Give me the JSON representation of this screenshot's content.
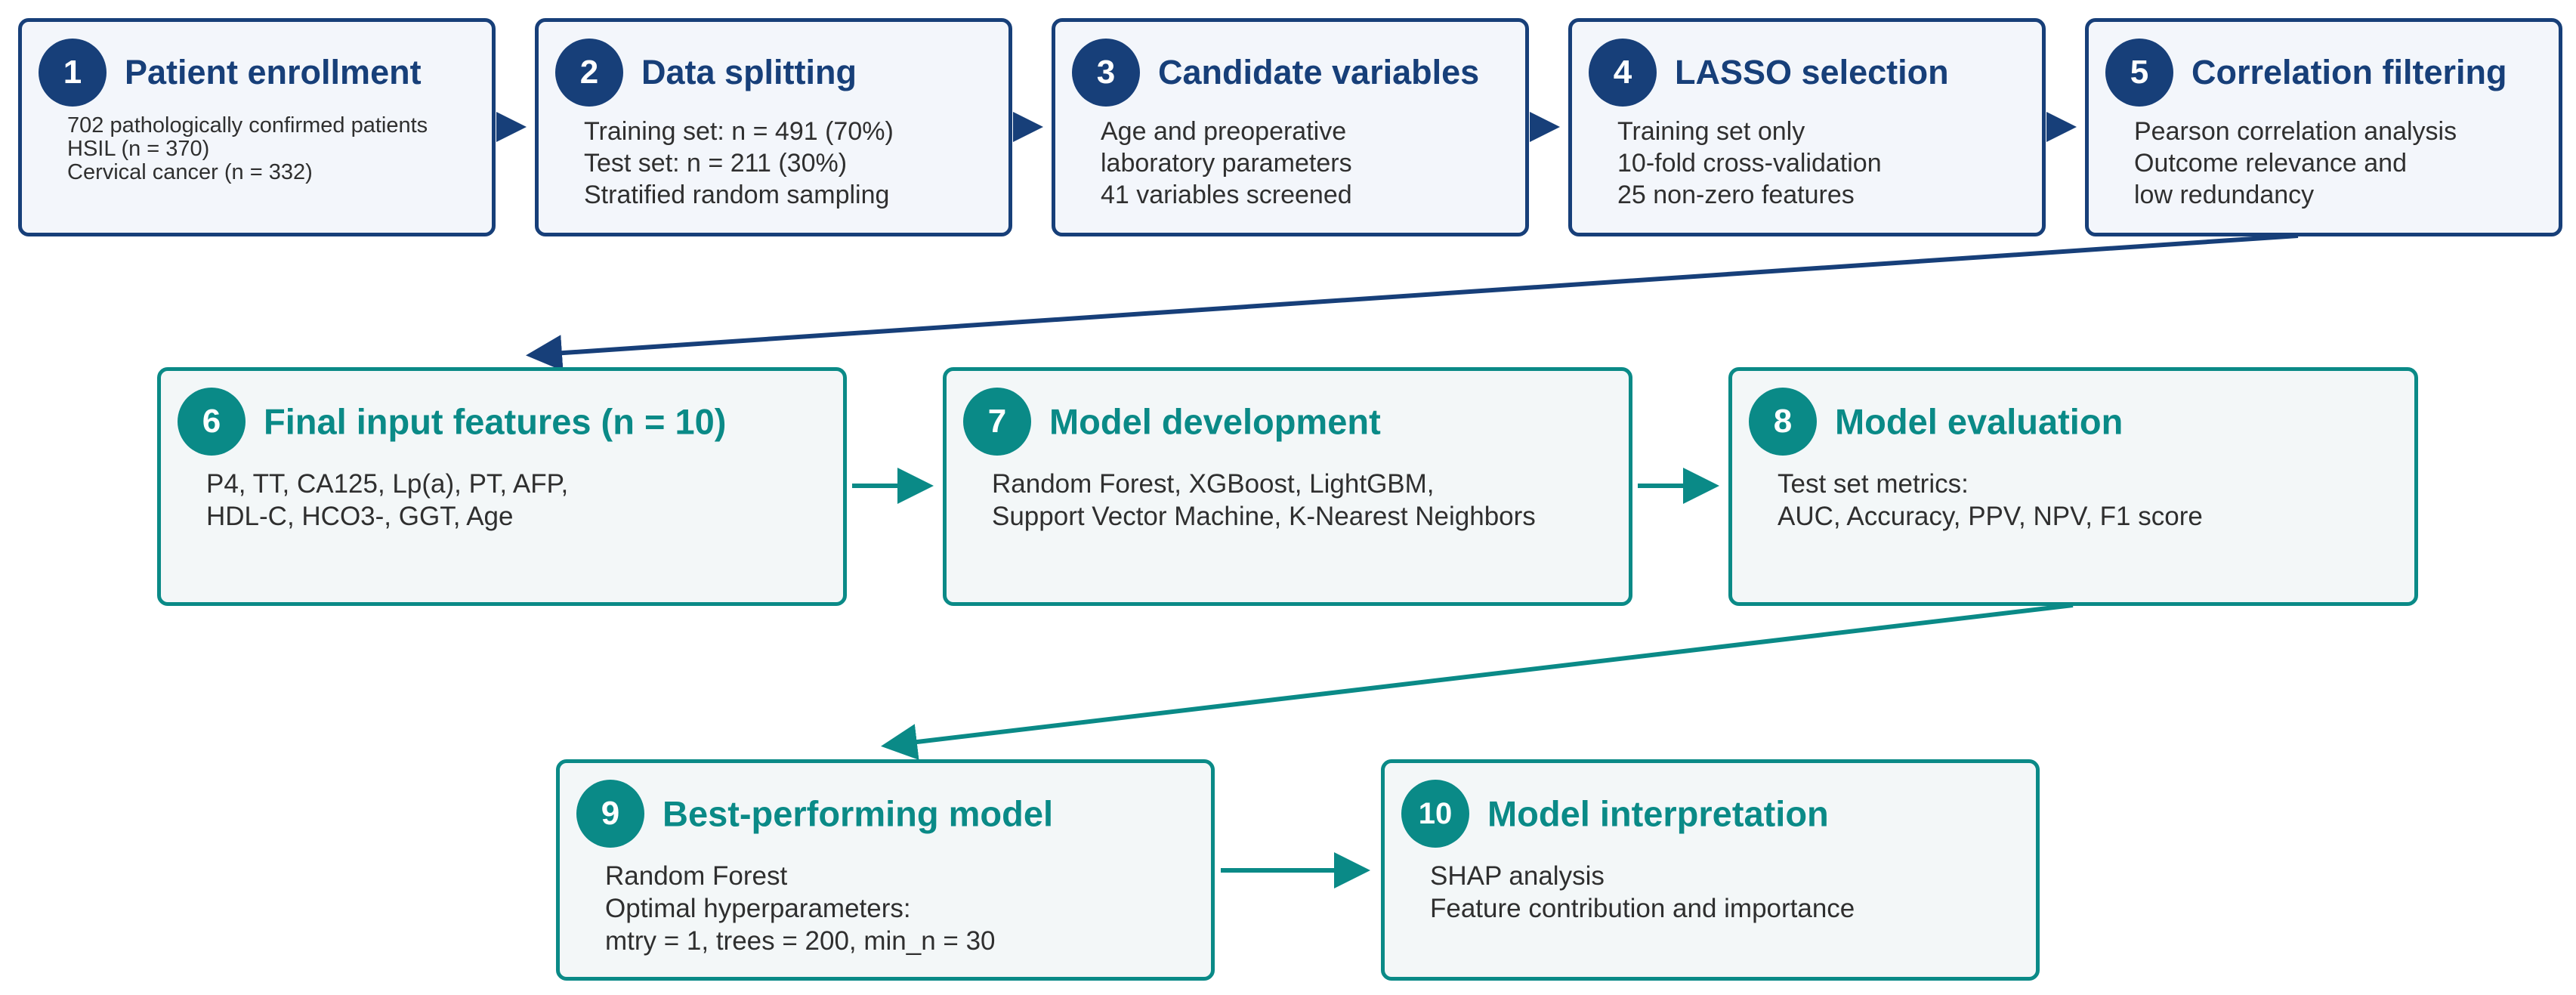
{
  "colors": {
    "navy": "#173f79",
    "teal": "#0a8a87",
    "navy_fill": "#f3f6fb",
    "teal_fill": "#f3f7f8",
    "body_text": "#2f2f2f"
  },
  "steps": [
    {
      "number": "1",
      "title": "Patient enrollment",
      "lines": [
        "702 pathologically confirmed patients",
        "HSIL (n = 370)",
        "Cervical cancer (n = 332)"
      ]
    },
    {
      "number": "2",
      "title": "Data splitting",
      "lines": [
        "Training set: n = 491 (70%)",
        "Test set: n = 211 (30%)",
        "Stratified random sampling"
      ]
    },
    {
      "number": "3",
      "title": "Candidate variables",
      "lines": [
        "Age and preoperative",
        "laboratory parameters",
        "41 variables screened"
      ]
    },
    {
      "number": "4",
      "title": "LASSO selection",
      "lines": [
        "Training set only",
        "10-fold cross-validation",
        "25 non-zero features"
      ]
    },
    {
      "number": "5",
      "title": "Correlation filtering",
      "lines": [
        "Pearson correlation analysis",
        "Outcome relevance and",
        "low redundancy"
      ]
    },
    {
      "number": "6",
      "title": "Final input features (n = 10)",
      "lines": [
        "P4, TT, CA125, Lp(a), PT, AFP,",
        "HDL-C, HCO3-, GGT, Age"
      ]
    },
    {
      "number": "7",
      "title": "Model development",
      "lines": [
        "Random Forest, XGBoost, LightGBM,",
        "Support Vector Machine, K-Nearest Neighbors"
      ]
    },
    {
      "number": "8",
      "title": "Model evaluation",
      "lines": [
        "Test set metrics:",
        "AUC, Accuracy, PPV, NPV, F1 score"
      ]
    },
    {
      "number": "9",
      "title": "Best-performing model",
      "lines": [
        "Random Forest",
        "Optimal hyperparameters:",
        "mtry = 1, trees = 200, min_n = 30"
      ]
    },
    {
      "number": "10",
      "title": "Model interpretation",
      "lines": [
        "SHAP analysis",
        "Feature contribution and importance"
      ]
    }
  ]
}
